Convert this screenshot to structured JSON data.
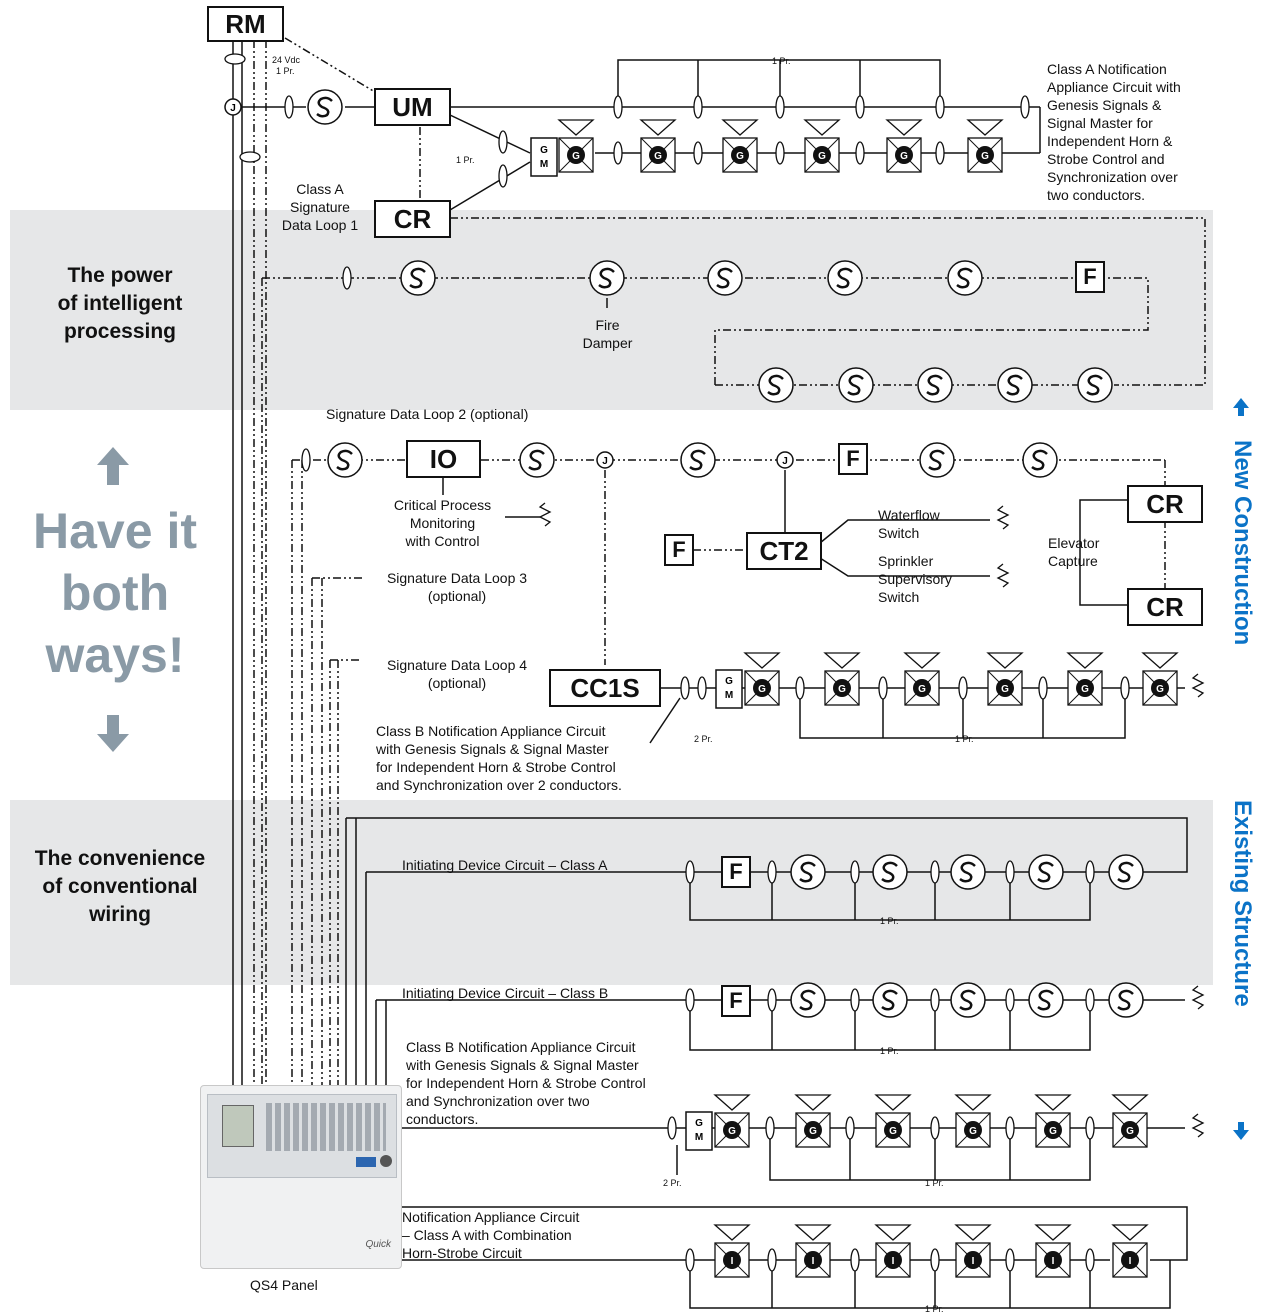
{
  "side": {
    "power_line1": "The power",
    "power_line2": "of intelligent",
    "power_line3": "processing",
    "have_line1": "Have it",
    "have_line2": "both",
    "have_line3": "ways!",
    "conv_line1": "The convenience",
    "conv_line2": "of conventional",
    "conv_line3": "wiring",
    "new_construction": "New Construction",
    "existing_structure": "Existing Structure"
  },
  "modules": {
    "rm": "RM",
    "um": "UM",
    "cr_top": "CR",
    "io": "IO",
    "ct2": "CT2",
    "cr_elev_top": "CR",
    "cr_elev_bottom": "CR",
    "cc1s": "CC1S",
    "f": "F",
    "gm": "G\nM"
  },
  "labels": {
    "vdc": "24 Vdc",
    "one_pr": "1 Pr.",
    "two_pr": "2 Pr.",
    "class_a_loop1": "Class A\nSignature\nData Loop 1",
    "nac_class_a_genesis": "Class A Notification\nAppliance Circuit with\nGenesis Signals &\nSignal Master for\nIndependent Horn &\nStrobe Control and\nSynchronization over\ntwo conductors.",
    "fire_damper": "Fire\nDamper",
    "loop2": "Signature Data Loop 2 (optional)",
    "critical_process": "Critical Process\nMonitoring\nwith Control",
    "waterflow": "Waterflow\nSwitch",
    "sprinkler": "Sprinkler\nSupervisory\nSwitch",
    "elevator": "Elevator\nCapture",
    "loop3": "Signature Data Loop 3\n(optional)",
    "loop4": "Signature Data Loop 4\n(optional)",
    "nac_class_b_genesis": "Class B Notification Appliance Circuit\nwith Genesis Signals & Signal Master\nfor Independent Horn & Strobe Control\nand Synchronization over 2 conductors.",
    "idc_class_a": "Initiating Device Circuit – Class A",
    "idc_class_b": "Initiating Device Circuit – Class B",
    "nac_class_b_two": "Class B Notification Appliance Circuit\nwith Genesis Signals & Signal Master\nfor Independent Horn & Strobe Control\nand Synchronization over two\nconductors.",
    "nac_class_a_combo": "Notification Appliance Circuit\n– Class A with Combination\nHorn-Strobe Circuit",
    "panel": "QS4 Panel",
    "j": "J",
    "g": "G",
    "i": "I",
    "panel_brand": "Quick"
  },
  "colors": {
    "band": "#e6e7e8",
    "have_it": "#8a9aa6",
    "vertical_text": "#0b73c7",
    "line": "#111111"
  }
}
